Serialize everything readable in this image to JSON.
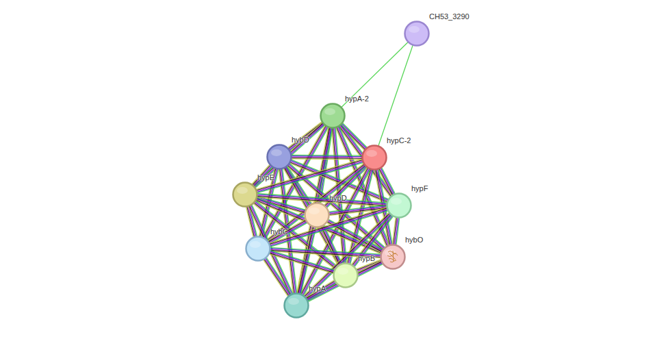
{
  "diagram": {
    "nodes": [
      {
        "text": [
          "CH53_3290"
        ]
      },
      {
        "text": [
          "hypA-2"
        ]
      },
      {
        "text": [
          "hybD"
        ]
      },
      {
        "text": [
          "hypC-2"
        ]
      },
      {
        "text": [
          "hypE"
        ]
      },
      {
        "text": [
          "hypD"
        ]
      },
      {
        "text": [
          "hypF"
        ]
      },
      {
        "text": [
          "hybC"
        ]
      },
      {
        "text": [
          "hybO"
        ]
      },
      {
        "text": [
          "hypB"
        ]
      },
      {
        "text": [
          "hypA"
        ]
      }
    ],
    "edges": [
      {
        "from": 0,
        "to": 1,
        "arrow": "none"
      },
      {
        "from": 0,
        "to": 3,
        "arrow": "none"
      },
      {
        "from": 1,
        "to": 2,
        "arrow": "none"
      },
      {
        "from": 1,
        "to": 3,
        "arrow": "none"
      },
      {
        "from": 1,
        "to": 4,
        "arrow": "none"
      },
      {
        "from": 1,
        "to": 5,
        "arrow": "none"
      },
      {
        "from": 1,
        "to": 6,
        "arrow": "none"
      },
      {
        "from": 1,
        "to": 7,
        "arrow": "none"
      },
      {
        "from": 1,
        "to": 8,
        "arrow": "none"
      },
      {
        "from": 1,
        "to": 9,
        "arrow": "none"
      },
      {
        "from": 1,
        "to": 10,
        "arrow": "none"
      },
      {
        "from": 2,
        "to": 3,
        "arrow": "none"
      },
      {
        "from": 2,
        "to": 4,
        "arrow": "none"
      },
      {
        "from": 2,
        "to": 5,
        "arrow": "none"
      },
      {
        "from": 2,
        "to": 6,
        "arrow": "none"
      },
      {
        "from": 2,
        "to": 7,
        "arrow": "none"
      },
      {
        "from": 2,
        "to": 8,
        "arrow": "none"
      },
      {
        "from": 2,
        "to": 9,
        "arrow": "none"
      },
      {
        "from": 2,
        "to": 10,
        "arrow": "none"
      },
      {
        "from": 3,
        "to": 4,
        "arrow": "none"
      },
      {
        "from": 3,
        "to": 5,
        "arrow": "none"
      },
      {
        "from": 3,
        "to": 6,
        "arrow": "none"
      },
      {
        "from": 3,
        "to": 7,
        "arrow": "none"
      },
      {
        "from": 3,
        "to": 8,
        "arrow": "none"
      },
      {
        "from": 3,
        "to": 9,
        "arrow": "none"
      },
      {
        "from": 3,
        "to": 10,
        "arrow": "none"
      },
      {
        "from": 4,
        "to": 5,
        "arrow": "none"
      },
      {
        "from": 4,
        "to": 6,
        "arrow": "none"
      },
      {
        "from": 4,
        "to": 7,
        "arrow": "none"
      },
      {
        "from": 4,
        "to": 8,
        "arrow": "none"
      },
      {
        "from": 4,
        "to": 9,
        "arrow": "none"
      },
      {
        "from": 4,
        "to": 10,
        "arrow": "none"
      },
      {
        "from": 5,
        "to": 6,
        "arrow": "none"
      },
      {
        "from": 5,
        "to": 7,
        "arrow": "none"
      },
      {
        "from": 5,
        "to": 8,
        "arrow": "none"
      },
      {
        "from": 5,
        "to": 9,
        "arrow": "none"
      },
      {
        "from": 5,
        "to": 10,
        "arrow": "none"
      },
      {
        "from": 6,
        "to": 7,
        "arrow": "none"
      },
      {
        "from": 6,
        "to": 8,
        "arrow": "none"
      },
      {
        "from": 6,
        "to": 9,
        "arrow": "none"
      },
      {
        "from": 6,
        "to": 10,
        "arrow": "none"
      },
      {
        "from": 7,
        "to": 8,
        "arrow": "none"
      },
      {
        "from": 7,
        "to": 9,
        "arrow": "none"
      },
      {
        "from": 7,
        "to": 10,
        "arrow": "none"
      },
      {
        "from": 8,
        "to": 9,
        "arrow": "none"
      },
      {
        "from": 8,
        "to": 10,
        "arrow": "none"
      },
      {
        "from": 9,
        "to": 10,
        "arrow": "none"
      }
    ]
  }
}
